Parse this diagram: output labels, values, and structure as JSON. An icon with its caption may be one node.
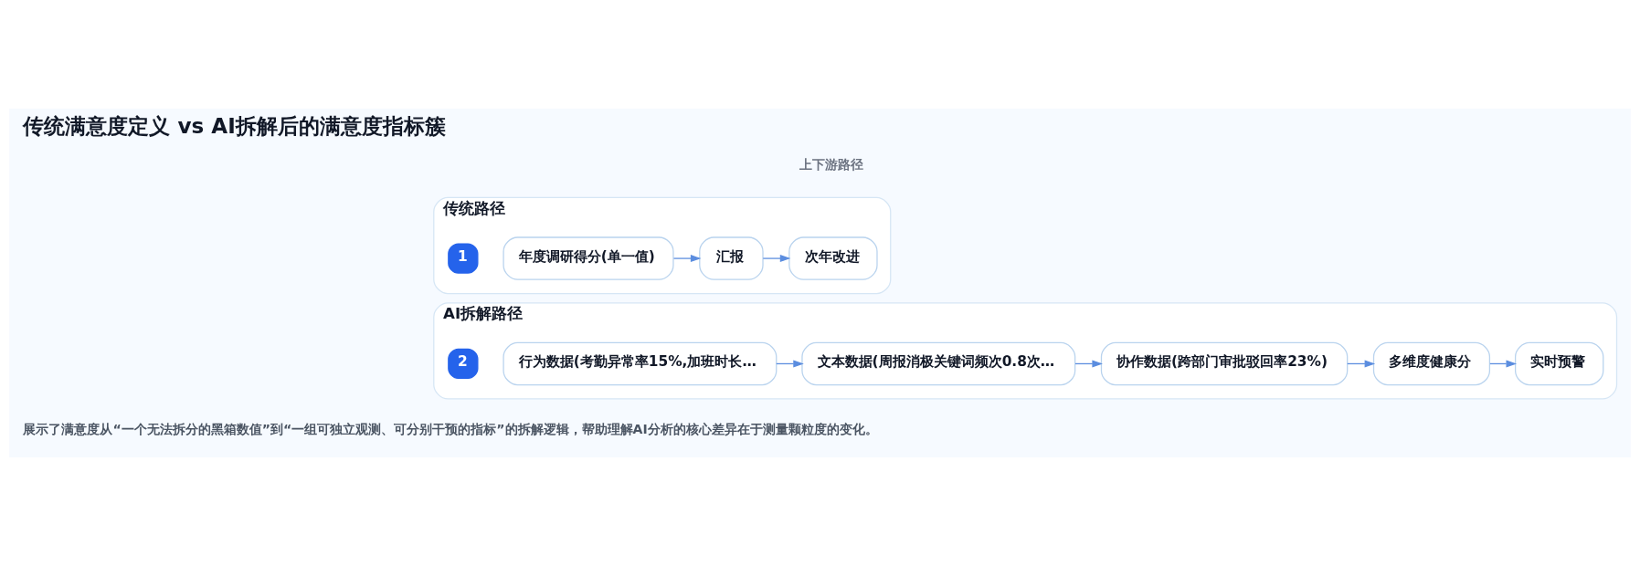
{
  "diagram": {
    "title": "传统满意度定义 vs AI拆解后的满意度指标簇",
    "caption": "展示了满意度从“一个无法拆分的黑箱数值”到“一组可独立观测、可分别干预的指标”的拆解逻辑，帮助理解AI分析的核心差异在于测量颗粒度的变化。",
    "nodes": [
      {
        "text": [
          "传统路径"
        ]
      },
      {
        "text": [
          "1"
        ],
        "in": 0
      },
      {
        "text": [
          "年度调研得分(单一值)"
        ],
        "in": 0
      },
      {
        "text": [
          "汇报"
        ],
        "in": 0
      },
      {
        "text": [
          "次年改进"
        ],
        "in": 0
      },
      {
        "text": [
          "AI拆解路径"
        ]
      },
      {
        "text": [
          "2"
        ],
        "in": 5
      },
      {
        "text": [
          "行为数据(考勤异常率15%,加班时长…"
        ],
        "in": 5
      },
      {
        "text": [
          "文本数据(周报消极关键词频次0.8次…"
        ],
        "in": 5
      },
      {
        "text": [
          "协作数据(跨部门审批驳回率23%)"
        ],
        "in": 5
      },
      {
        "text": [
          "多维度健康分"
        ],
        "in": 5
      },
      {
        "text": [
          "实时预警"
        ],
        "in": 5
      }
    ],
    "edges": [
      {
        "from": 2,
        "to": 3,
        "arrow": "to"
      },
      {
        "from": 3,
        "to": 4,
        "arrow": "to"
      },
      {
        "from": 7,
        "to": 8,
        "arrow": "to"
      },
      {
        "from": 8,
        "to": 9,
        "arrow": "to"
      },
      {
        "from": 9,
        "to": 10,
        "arrow": "to"
      },
      {
        "from": 10,
        "to": 11,
        "arrow": "to"
      }
    ],
    "labels": [
      "上下游路径"
    ]
  }
}
